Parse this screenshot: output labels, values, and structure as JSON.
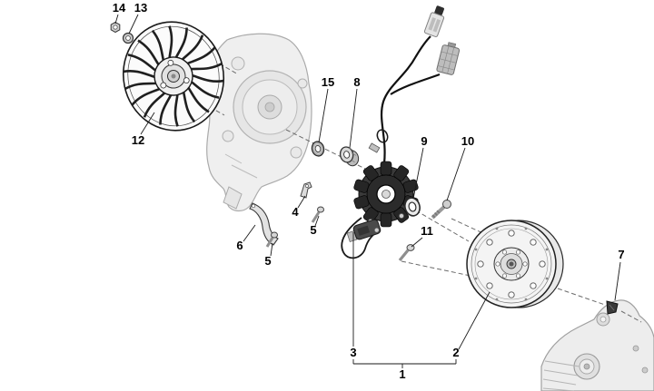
{
  "figure": {
    "kind": "exploded-parts-diagram",
    "background": "#ffffff",
    "line_color": "#1a1a1a",
    "muted_part_color": "#ededed",
    "dark_part_color": "#2e2e2e",
    "callouts": [
      {
        "label": "14",
        "name": "flange-nut"
      },
      {
        "label": "13",
        "name": "washer"
      },
      {
        "label": "12",
        "name": "fan-flywheel-cover"
      },
      {
        "label": "15",
        "name": "spacer-washer"
      },
      {
        "label": "8",
        "name": "knurled-collar"
      },
      {
        "label": "9",
        "name": "o-ring"
      },
      {
        "label": "10",
        "name": "flange-bolt"
      },
      {
        "label": "4",
        "name": "retaining-bracket"
      },
      {
        "label": "5",
        "name": "screw-upper"
      },
      {
        "label": "6",
        "name": "cable-guide-bracket"
      },
      {
        "label": "5",
        "name": "screw-lower"
      },
      {
        "label": "11",
        "name": "pickup-screw"
      },
      {
        "label": "7",
        "name": "clip"
      },
      {
        "label": "3",
        "name": "stator-assembly"
      },
      {
        "label": "2",
        "name": "flywheel-rotor"
      },
      {
        "label": "1",
        "name": "magneto-assembly-group"
      }
    ]
  }
}
